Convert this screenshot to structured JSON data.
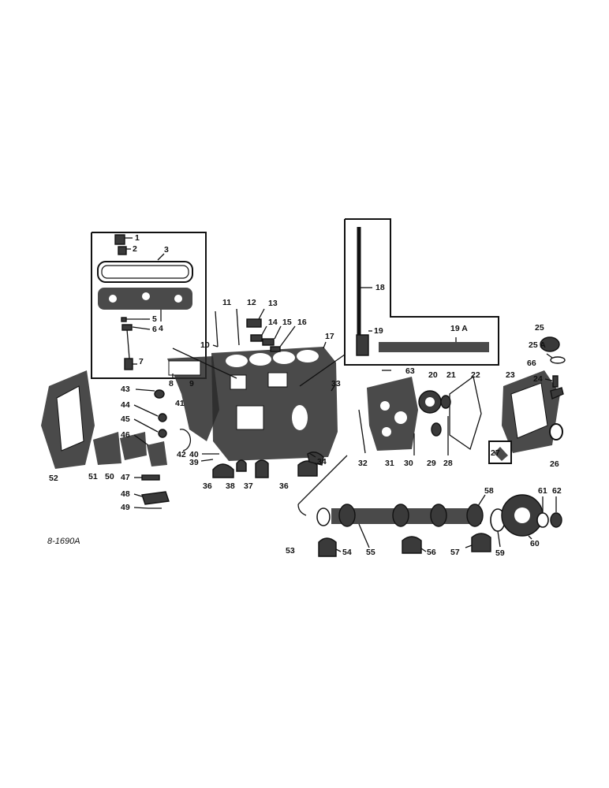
{
  "reference_code": "8-1690A",
  "callouts": [
    "1",
    "2",
    "3",
    "4",
    "5",
    "6",
    "7",
    "8",
    "9",
    "10",
    "11",
    "12",
    "13",
    "14",
    "15",
    "16",
    "17",
    "18",
    "19",
    "19 A",
    "20",
    "21",
    "22",
    "23",
    "24",
    "25",
    "25 A",
    "26",
    "27",
    "28",
    "29",
    "30",
    "31",
    "32",
    "33",
    "34",
    "36",
    "37",
    "38",
    "39",
    "40",
    "41",
    "42",
    "43",
    "44",
    "45",
    "46",
    "47",
    "48",
    "49",
    "50",
    "51",
    "52",
    "53",
    "54",
    "55",
    "56",
    "57",
    "58",
    "59",
    "60",
    "61",
    "62",
    "63",
    "66"
  ]
}
